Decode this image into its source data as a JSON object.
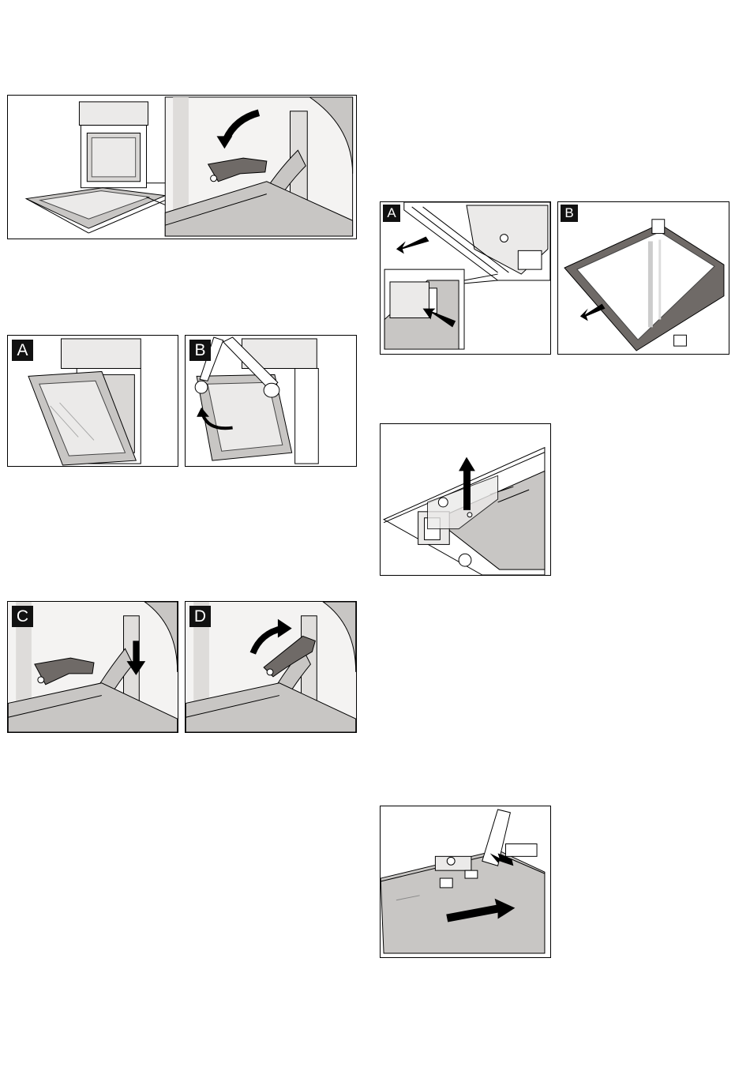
{
  "figures": {
    "hinge_overview": {
      "description_icon": "oven-door-hinge-illustration"
    },
    "remove_door": {
      "panels": [
        {
          "label": "A"
        },
        {
          "label": "B"
        }
      ]
    },
    "hinge_lock": {
      "panels": [
        {
          "label": "C"
        },
        {
          "label": "D"
        }
      ]
    },
    "glass_removal": {
      "panels": [
        {
          "label": "A"
        },
        {
          "label": "B"
        }
      ]
    },
    "lift_clip": {
      "description_icon": "clip-lift-illustration"
    },
    "insert_clip": {
      "description_icon": "clip-insert-illustration"
    }
  },
  "colors": {
    "line": "#000000",
    "gray_fill": "#c8c6c4",
    "dark_fill": "#6f6a67",
    "light_fill": "#ebeae9"
  }
}
